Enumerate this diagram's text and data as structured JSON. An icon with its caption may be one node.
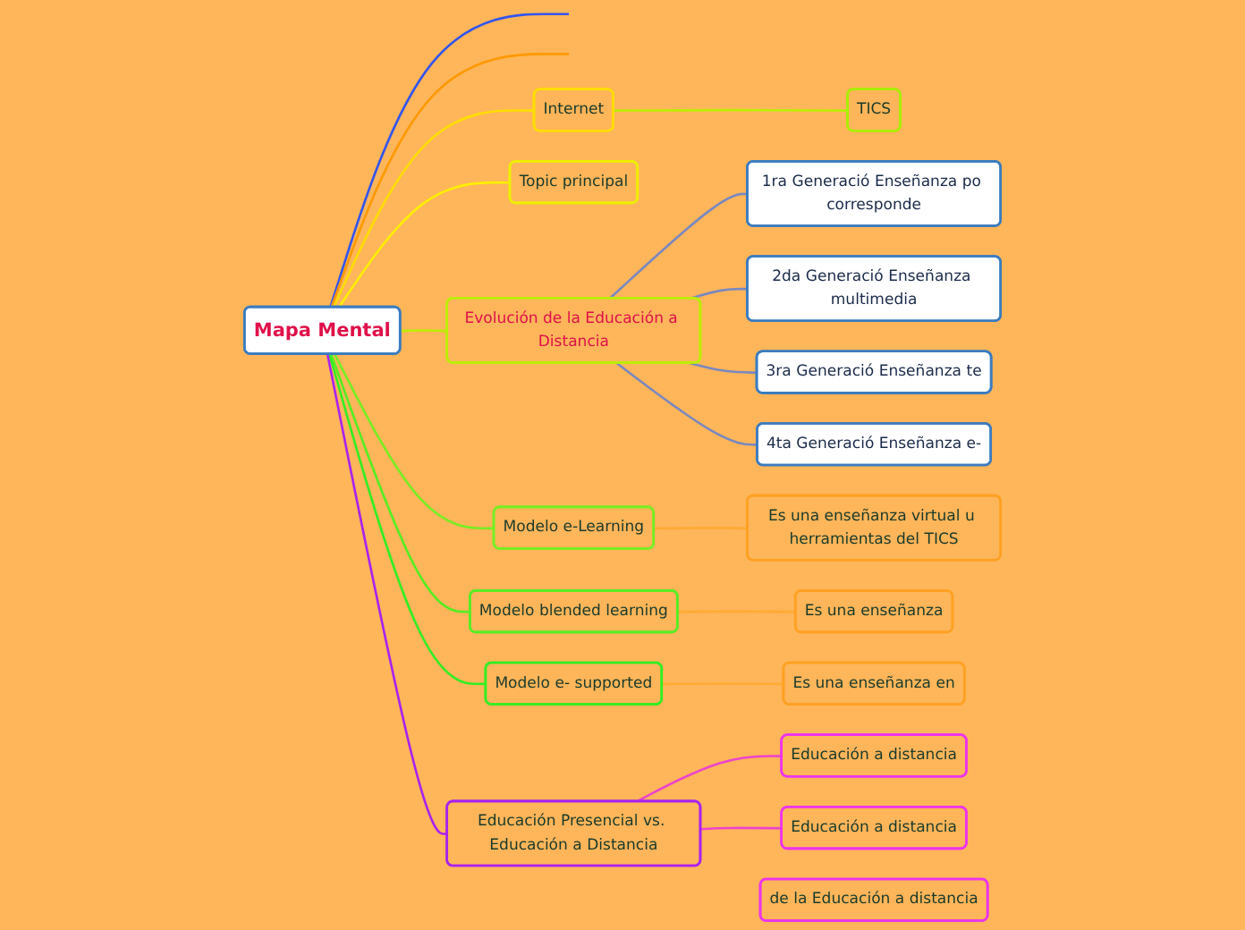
{
  "diagram": {
    "nodes": [
      {
        "text": [
          "Mapa Mental"
        ]
      },
      {
        "text": [
          "de la Educación a distancia"
        ]
      },
      {
        "text": [
          "Internet"
        ]
      },
      {
        "text": [
          "TICS"
        ]
      },
      {
        "text": [
          "Topic principal"
        ]
      },
      {
        "text": [
          "Evolución de la Educación a Distancia"
        ]
      },
      {
        "text": [
          "1ra Generació Enseñanza po corresponde"
        ]
      },
      {
        "text": [
          "2da Generació Enseñanza multimedia"
        ]
      },
      {
        "text": [
          "3ra Generació Enseñanza te"
        ]
      },
      {
        "text": [
          "4ta Generació Enseñanza e-"
        ]
      },
      {
        "text": [
          "Modelo e-Learning"
        ]
      },
      {
        "text": [
          "Es una enseñanza virtual u herramientas del TICS"
        ]
      },
      {
        "text": [
          "Modelo blended learning"
        ]
      },
      {
        "text": [
          "Es una enseñanza"
        ]
      },
      {
        "text": [
          "Modelo e- supported"
        ]
      },
      {
        "text": [
          "Es una enseñanza en"
        ]
      },
      {
        "text": [
          "Educación Presencial vs. Educación a Distancia"
        ]
      },
      {
        "text": [
          "Educación a distancia"
        ]
      },
      {
        "text": [
          "Educación a distancia"
        ]
      }
    ],
    "edges": [
      {
        "from": 0,
        "to": null,
        "arrow": "none",
        "color": "#3355ee"
      },
      {
        "from": 0,
        "to": null,
        "arrow": "none",
        "color": "#ff9900"
      },
      {
        "from": 0,
        "to": 2,
        "arrow": "none",
        "color": "#ffdd00"
      },
      {
        "from": 2,
        "to": 3,
        "arrow": "none",
        "color": "#bbee00"
      },
      {
        "from": 0,
        "to": 4,
        "arrow": "none",
        "color": "#ffee00"
      },
      {
        "from": 0,
        "to": 5,
        "arrow": "none",
        "color": "#bbee00"
      },
      {
        "from": 5,
        "to": 6,
        "arrow": "none",
        "color": "#7a88c0"
      },
      {
        "from": 5,
        "to": 7,
        "arrow": "none",
        "color": "#7a88c0"
      },
      {
        "from": 5,
        "to": 8,
        "arrow": "none",
        "color": "#7a88c0"
      },
      {
        "from": 5,
        "to": 9,
        "arrow": "none",
        "color": "#7a88c0"
      },
      {
        "from": 0,
        "to": 10,
        "arrow": "none",
        "color": "#77ee22"
      },
      {
        "from": 10,
        "to": 11,
        "arrow": "none",
        "color": "#ffaa33"
      },
      {
        "from": 0,
        "to": 12,
        "arrow": "none",
        "color": "#55ee22"
      },
      {
        "from": 12,
        "to": 13,
        "arrow": "none",
        "color": "#ffaa33"
      },
      {
        "from": 0,
        "to": 14,
        "arrow": "none",
        "color": "#33ee22"
      },
      {
        "from": 14,
        "to": 15,
        "arrow": "none",
        "color": "#ffaa33"
      },
      {
        "from": 0,
        "to": 16,
        "arrow": "none",
        "color": "#aa22ee"
      },
      {
        "from": 16,
        "to": 17,
        "arrow": "none",
        "color": "#ee44cc"
      },
      {
        "from": 16,
        "to": 18,
        "arrow": "none",
        "color": "#ee44cc"
      }
    ]
  }
}
